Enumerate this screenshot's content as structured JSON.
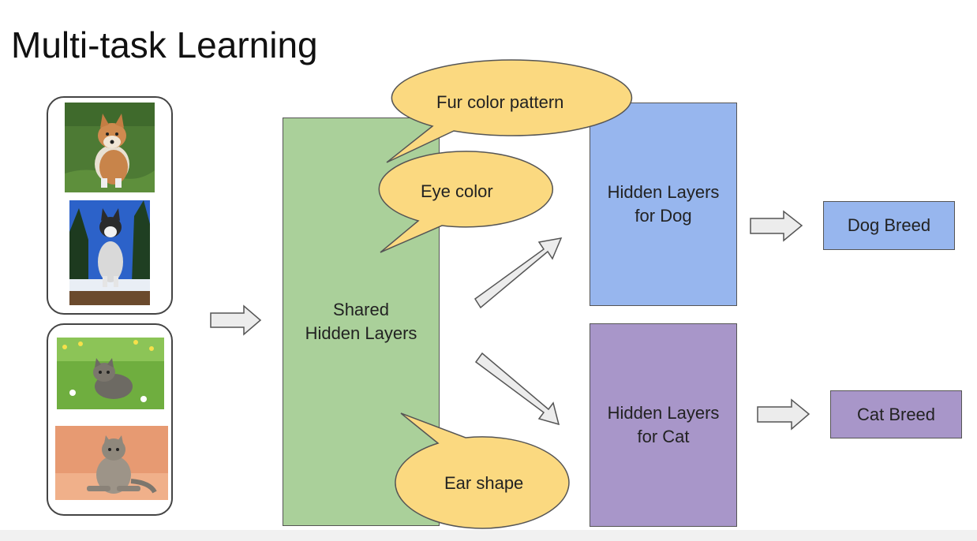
{
  "title": "Multi-task Learning",
  "images": {
    "dog_group": [
      "shiba-dog-photo",
      "husky-dog-photo"
    ],
    "cat_group": [
      "kitten-grass-photo",
      "tabby-cat-photo"
    ]
  },
  "shared_layers": {
    "label": "Shared\nHidden Layers"
  },
  "dog_layers": {
    "label": "Hidden Layers\nfor Dog"
  },
  "cat_layers": {
    "label": "Hidden Layers\nfor Cat"
  },
  "dog_output": {
    "label": "Dog Breed"
  },
  "cat_output": {
    "label": "Cat Breed"
  },
  "callouts": {
    "fur": "Fur color pattern",
    "eye": "Eye color",
    "ear": "Ear shape"
  },
  "colors": {
    "shared": "#aad09a",
    "dog": "#97b6ee",
    "cat": "#a896c9",
    "callout": "#fbd980",
    "arrow_fill": "#ececec"
  }
}
